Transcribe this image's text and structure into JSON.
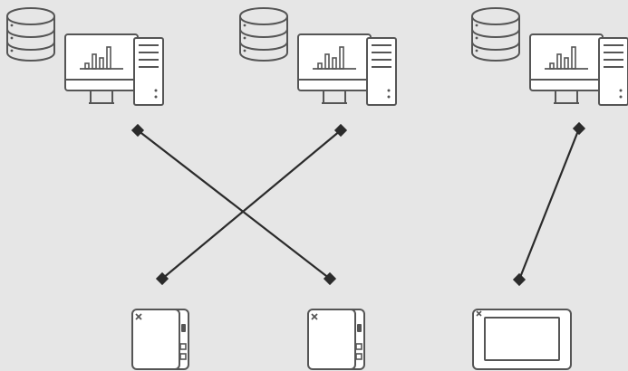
{
  "colors": {
    "background": "#e6e6e6",
    "icon_stroke": "#555555",
    "icon_fill": "#ffffff",
    "connector": "#2b2b2b"
  },
  "nodes": {
    "workstations": [
      {
        "id": "workstation-1",
        "icons": [
          "database-icon",
          "monitor-chart-icon",
          "tower-icon"
        ]
      },
      {
        "id": "workstation-2",
        "icons": [
          "database-icon",
          "monitor-chart-icon",
          "tower-icon"
        ]
      },
      {
        "id": "workstation-3",
        "icons": [
          "database-icon",
          "monitor-chart-icon",
          "tower-icon"
        ]
      }
    ],
    "devices": [
      {
        "id": "device-1",
        "kind": "portable-device-icon"
      },
      {
        "id": "device-2",
        "kind": "portable-device-icon"
      },
      {
        "id": "device-3",
        "kind": "display-panel-icon"
      }
    ]
  },
  "connections": [
    {
      "from": "workstation-1",
      "to": "device-2",
      "end_markers": "diamond"
    },
    {
      "from": "workstation-2",
      "to": "device-1",
      "end_markers": "diamond"
    },
    {
      "from": "workstation-3",
      "to": "device-3",
      "end_markers": "diamond"
    }
  ]
}
